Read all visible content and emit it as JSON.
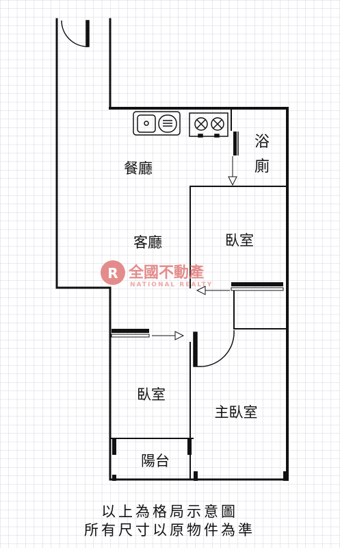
{
  "rooms": {
    "dining": "餐廳",
    "living": "客廳",
    "bathroom_top": "浴",
    "bathroom_bottom": "廁",
    "bedroom_right": "臥室",
    "bedroom_left": "臥室",
    "master_bedroom": "主臥室",
    "balcony": "陽台"
  },
  "watermark": {
    "brand": "全國不動產",
    "sub": "NATIONAL REALTY"
  },
  "notes": {
    "line1": "以上為格局示意圖",
    "line2": "所有尺寸以原物件為準"
  },
  "colors": {
    "grid": "#c9c9d6",
    "wall": "#111111",
    "watermark": "#e07878"
  }
}
